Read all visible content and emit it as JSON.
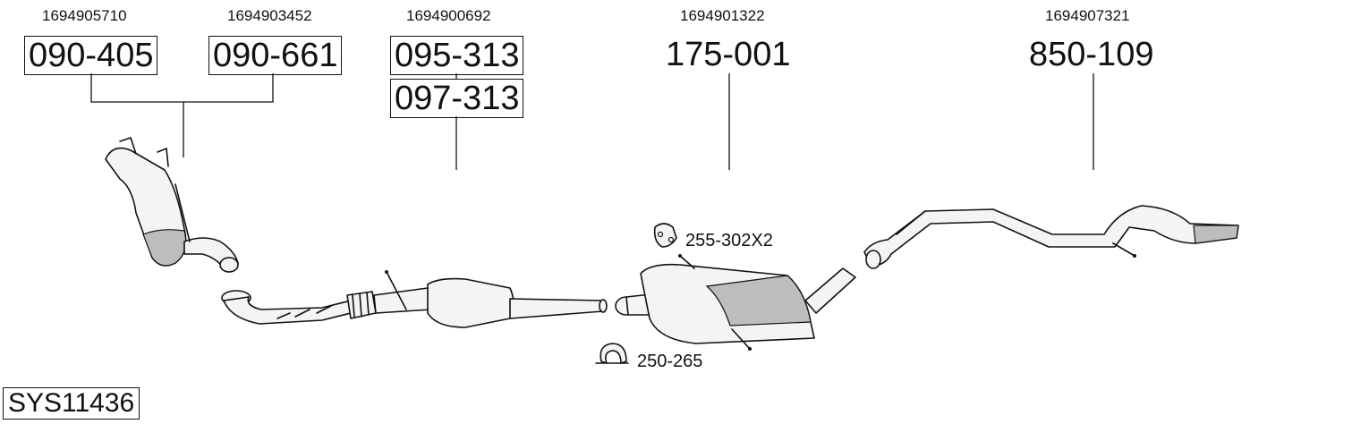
{
  "system_code": "SYS11436",
  "parts": [
    {
      "id": "catalyst-a",
      "oem": "1694905710",
      "code": "090-405"
    },
    {
      "id": "catalyst-b",
      "oem": "1694903452",
      "code": "090-661"
    },
    {
      "id": "front-pipe",
      "oem": "1694900692",
      "codes": [
        "095-313",
        "097-313"
      ]
    },
    {
      "id": "middle-silencer",
      "oem": "1694901322",
      "code": "175-001"
    },
    {
      "id": "rear-silencer",
      "oem": "1694907321",
      "code": "850-109"
    }
  ],
  "accessories": {
    "rubber_mount": "255-302X2",
    "clamp": "250-265"
  },
  "icons": [
    "rubber-mount-icon",
    "clamp-icon"
  ]
}
